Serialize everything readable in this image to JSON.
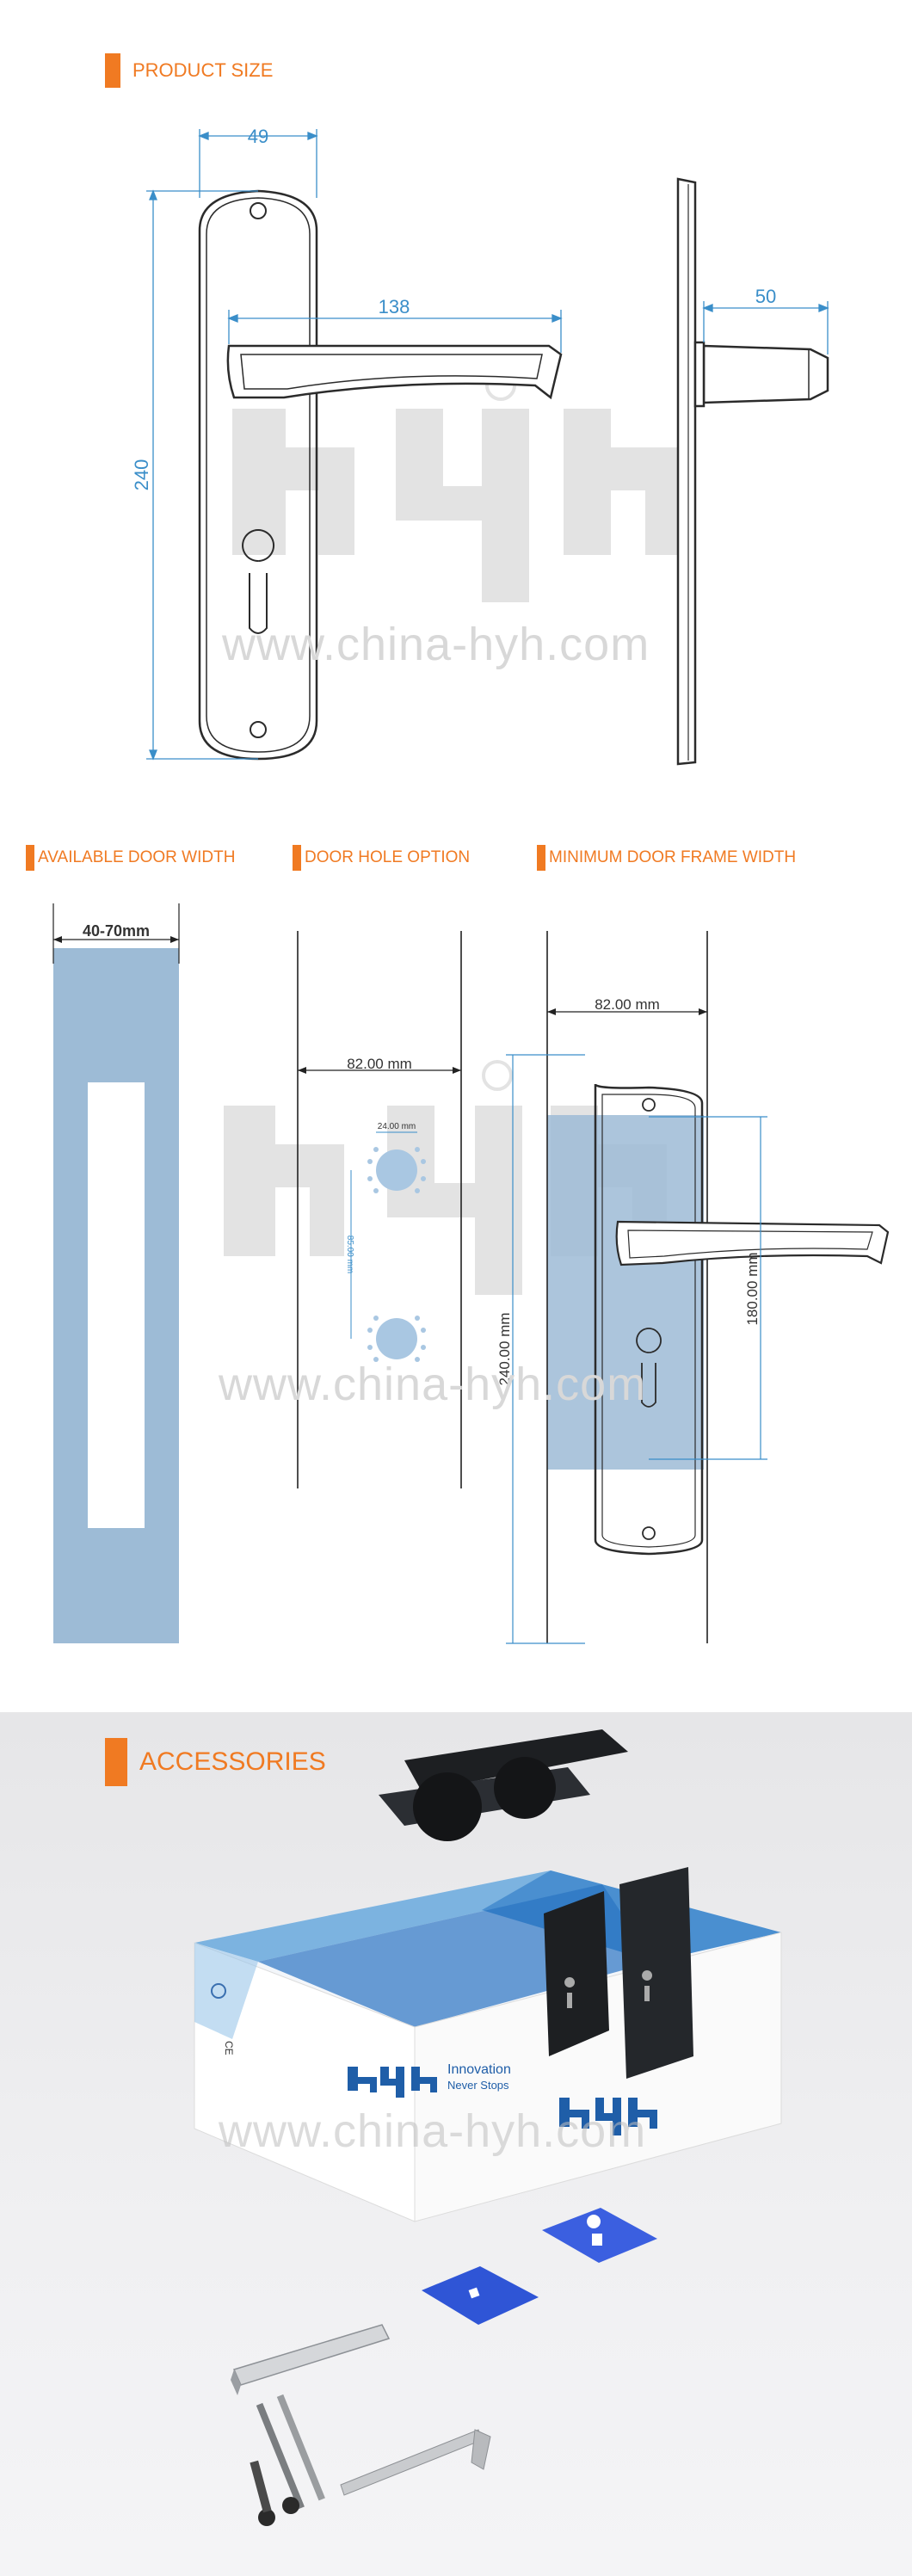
{
  "sections": {
    "product_size": "PRODUCT SIZE",
    "available_door_width": "AVAILABLE DOOR WIDTH",
    "door_hole_option": "DOOR HOLE OPTION",
    "minimum_door_frame_width": "MINIMUM DOOR FRAME WIDTH",
    "accessories": "ACCESSORIES"
  },
  "product_size": {
    "width": "49",
    "height": "240",
    "handle_length": "138",
    "projection": "50"
  },
  "door_width": {
    "range": "40-70mm"
  },
  "door_hole": {
    "backset": "82.00 mm",
    "hole_gap": "24.00 mm",
    "hole_spacing": "85.00 mm"
  },
  "frame_width": {
    "backset": "82.00 mm",
    "plate_height": "240.00 mm",
    "center_distance": "180.00 mm"
  },
  "watermark": {
    "url": "www.china-hyh.com"
  },
  "box": {
    "brand": "hyh",
    "slogan_line1": "Innovation",
    "slogan_line2": "Never Stops"
  },
  "colors": {
    "accent": "#f07a22",
    "dimension_blue": "#3a8ec9",
    "door_blue": "#9dbbd6"
  }
}
